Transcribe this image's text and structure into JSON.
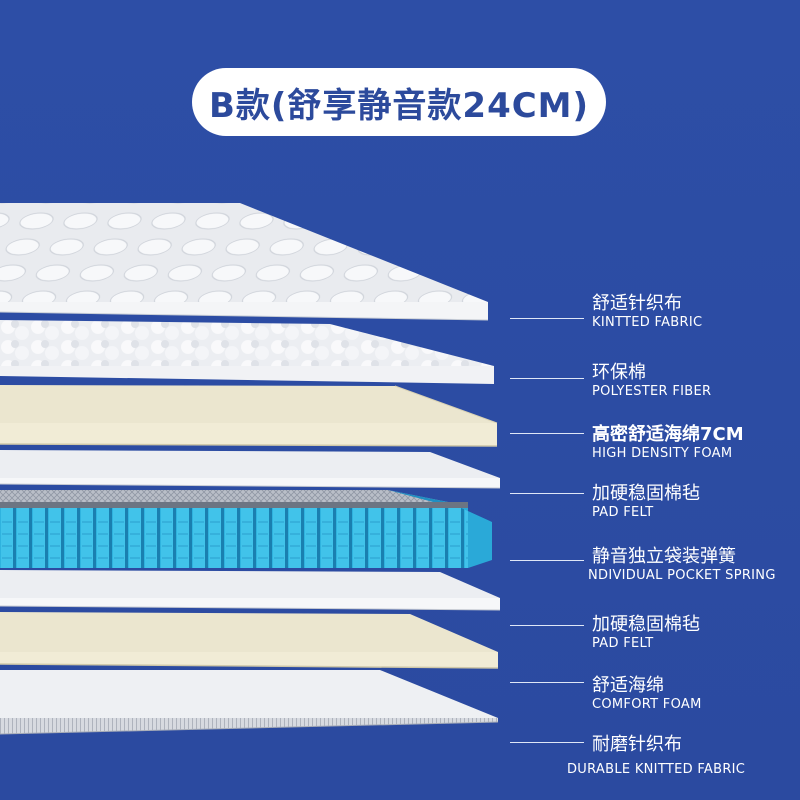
{
  "title": "B款(舒享静音款24CM)",
  "colors": {
    "background": "#2c4ca2",
    "title_text": "#2c4a9c",
    "spring_blue": "#35b6e0",
    "foam_cream": "#ece6cd",
    "felt_gray": "#eef0f3"
  },
  "layers": [
    {
      "cn": "舒适针织布",
      "en": "KINTTED FABRIC",
      "bold": false
    },
    {
      "cn": "环保棉",
      "en": "POLYESTER FIBER",
      "bold": false
    },
    {
      "cn": "高密舒适海绵7CM",
      "en": "HIGH DENSITY FOAM",
      "bold": true
    },
    {
      "cn": "加硬稳固棉毡",
      "en": "PAD FELT",
      "bold": false
    },
    {
      "cn": "静音独立袋装弹簧",
      "en": "NDIVIDUAL POCKET SPRING",
      "bold": false
    },
    {
      "cn": "加硬稳固棉毡",
      "en": "PAD FELT",
      "bold": false
    },
    {
      "cn": "舒适海绵",
      "en": "COMFORT FOAM",
      "bold": false
    },
    {
      "cn": "耐磨针织布",
      "en": "DURABLE KNITTED FABRIC",
      "bold": false
    }
  ]
}
